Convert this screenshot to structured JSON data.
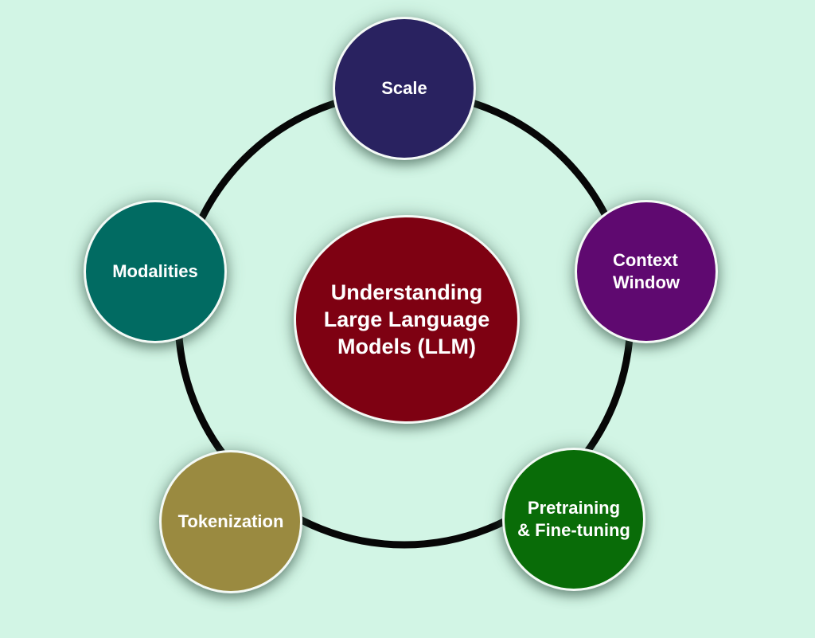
{
  "diagram": {
    "background_color": "#D2F5E5",
    "ring_color": "#070707",
    "text_color": "#FFFFFF",
    "center": {
      "label": "Understanding\nLarge Language\nModels (LLM)",
      "color": "#7E0112"
    },
    "nodes": [
      {
        "id": "scale",
        "label": "Scale",
        "color": "#292260"
      },
      {
        "id": "context-window",
        "label": "Context\nWindow",
        "color": "#5F0970"
      },
      {
        "id": "pretraining-finetuning",
        "label": "Pretraining\n& Fine-tuning",
        "color": "#096C08"
      },
      {
        "id": "tokenization",
        "label": "Tokenization",
        "color": "#9A8A40"
      },
      {
        "id": "modalities",
        "label": "Modalities",
        "color": "#016B62"
      }
    ]
  }
}
